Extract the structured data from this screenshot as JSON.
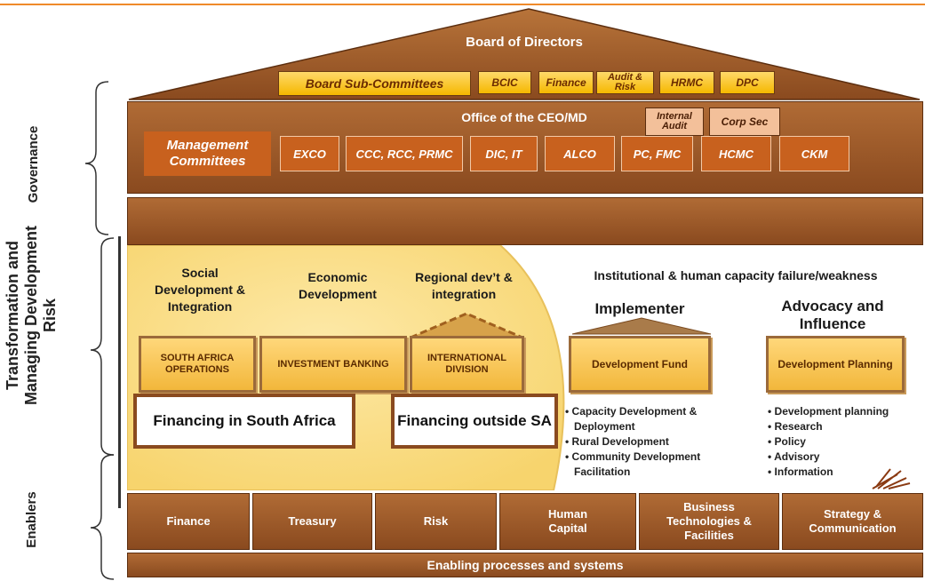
{
  "governance": {
    "label": "Governance",
    "board_title": "Board of Directors",
    "board_sub_committees_label": "Board Sub-Committees",
    "board_committees": [
      "BCIC",
      "Finance",
      "Audit & Risk",
      "HRMC",
      "DPC"
    ],
    "office_title": "Office of the CEO/MD",
    "office_units": [
      "Internal Audit",
      "Corp Sec"
    ],
    "management_label": "Management Committees",
    "management_committees": [
      "EXCO",
      "CCC, RCC, PRMC",
      "DIC, IT",
      "ALCO",
      "PC, FMC",
      "HCMC",
      "CKM"
    ]
  },
  "development": {
    "label": "Transformation and Managing Development Risk",
    "columns": [
      {
        "heading": "Social Development & Integration",
        "division": "SOUTH AFRICA OPERATIONS"
      },
      {
        "heading": "Economic Development",
        "division": "INVESTMENT BANKING"
      },
      {
        "heading": "Regional dev’t & integration",
        "division": "INTERNATIONAL DIVISION"
      }
    ],
    "financing": [
      "Financing in South Africa",
      "Financing outside SA"
    ],
    "capacity_heading": "Institutional & human capacity failure/weakness",
    "implementer": {
      "heading": "Implementer",
      "unit": "Development Fund",
      "bullets": [
        "Capacity Development & Deployment",
        "Rural Development",
        "Community Development Facilitation"
      ]
    },
    "advocacy": {
      "heading": "Advocacy and Influence",
      "unit": "Development Planning",
      "bullets": [
        "Development planning",
        "Research",
        "Policy",
        "Advisory",
        "Information"
      ]
    }
  },
  "enablers": {
    "label": "Enablers",
    "items": [
      "Finance",
      "Treasury",
      "Risk",
      "Human Capital",
      "Business Technologies & Facilities",
      "Strategy & Communication"
    ],
    "base": "Enabling processes and systems"
  },
  "colors": {
    "brown": "#8a4a1f",
    "gold": "#f5b800",
    "orange": "#c8611e",
    "cream": "#fbe7a1"
  }
}
